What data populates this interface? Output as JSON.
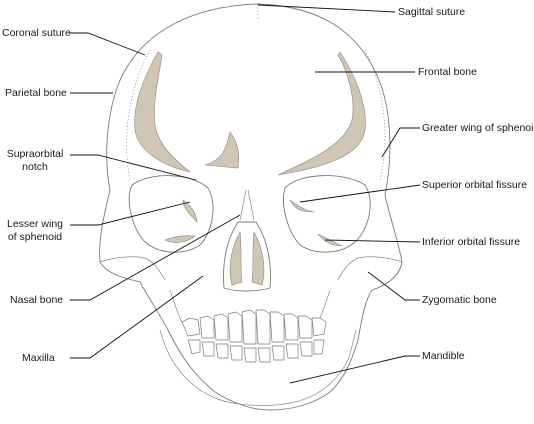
{
  "labels": {
    "sagittal_suture": "Sagittal suture",
    "coronal_suture": "Coronal suture",
    "frontal_bone": "Frontal bone",
    "parietal_bone": "Parietal bone",
    "greater_wing_sphenoid": "Greater wing of sphenoid",
    "supraorbital_notch_line1": "Supraorbital",
    "supraorbital_notch_line2": "notch",
    "superior_orbital_fissure": "Superior orbital fissure",
    "lesser_wing_line1": "Lesser wing",
    "lesser_wing_line2": "of sphenoid",
    "inferior_orbital_fissure": "Inferior orbital fissure",
    "nasal_bone": "Nasal bone",
    "zygomatic_bone": "Zygomatic bone",
    "maxilla": "Maxilla",
    "mandible": "Mandible"
  },
  "colors": {
    "bone_fill": "#ffffff",
    "bone_outline": "#7a7a76",
    "shaded_region": "#cfc7b4",
    "leader_line": "#111111"
  }
}
